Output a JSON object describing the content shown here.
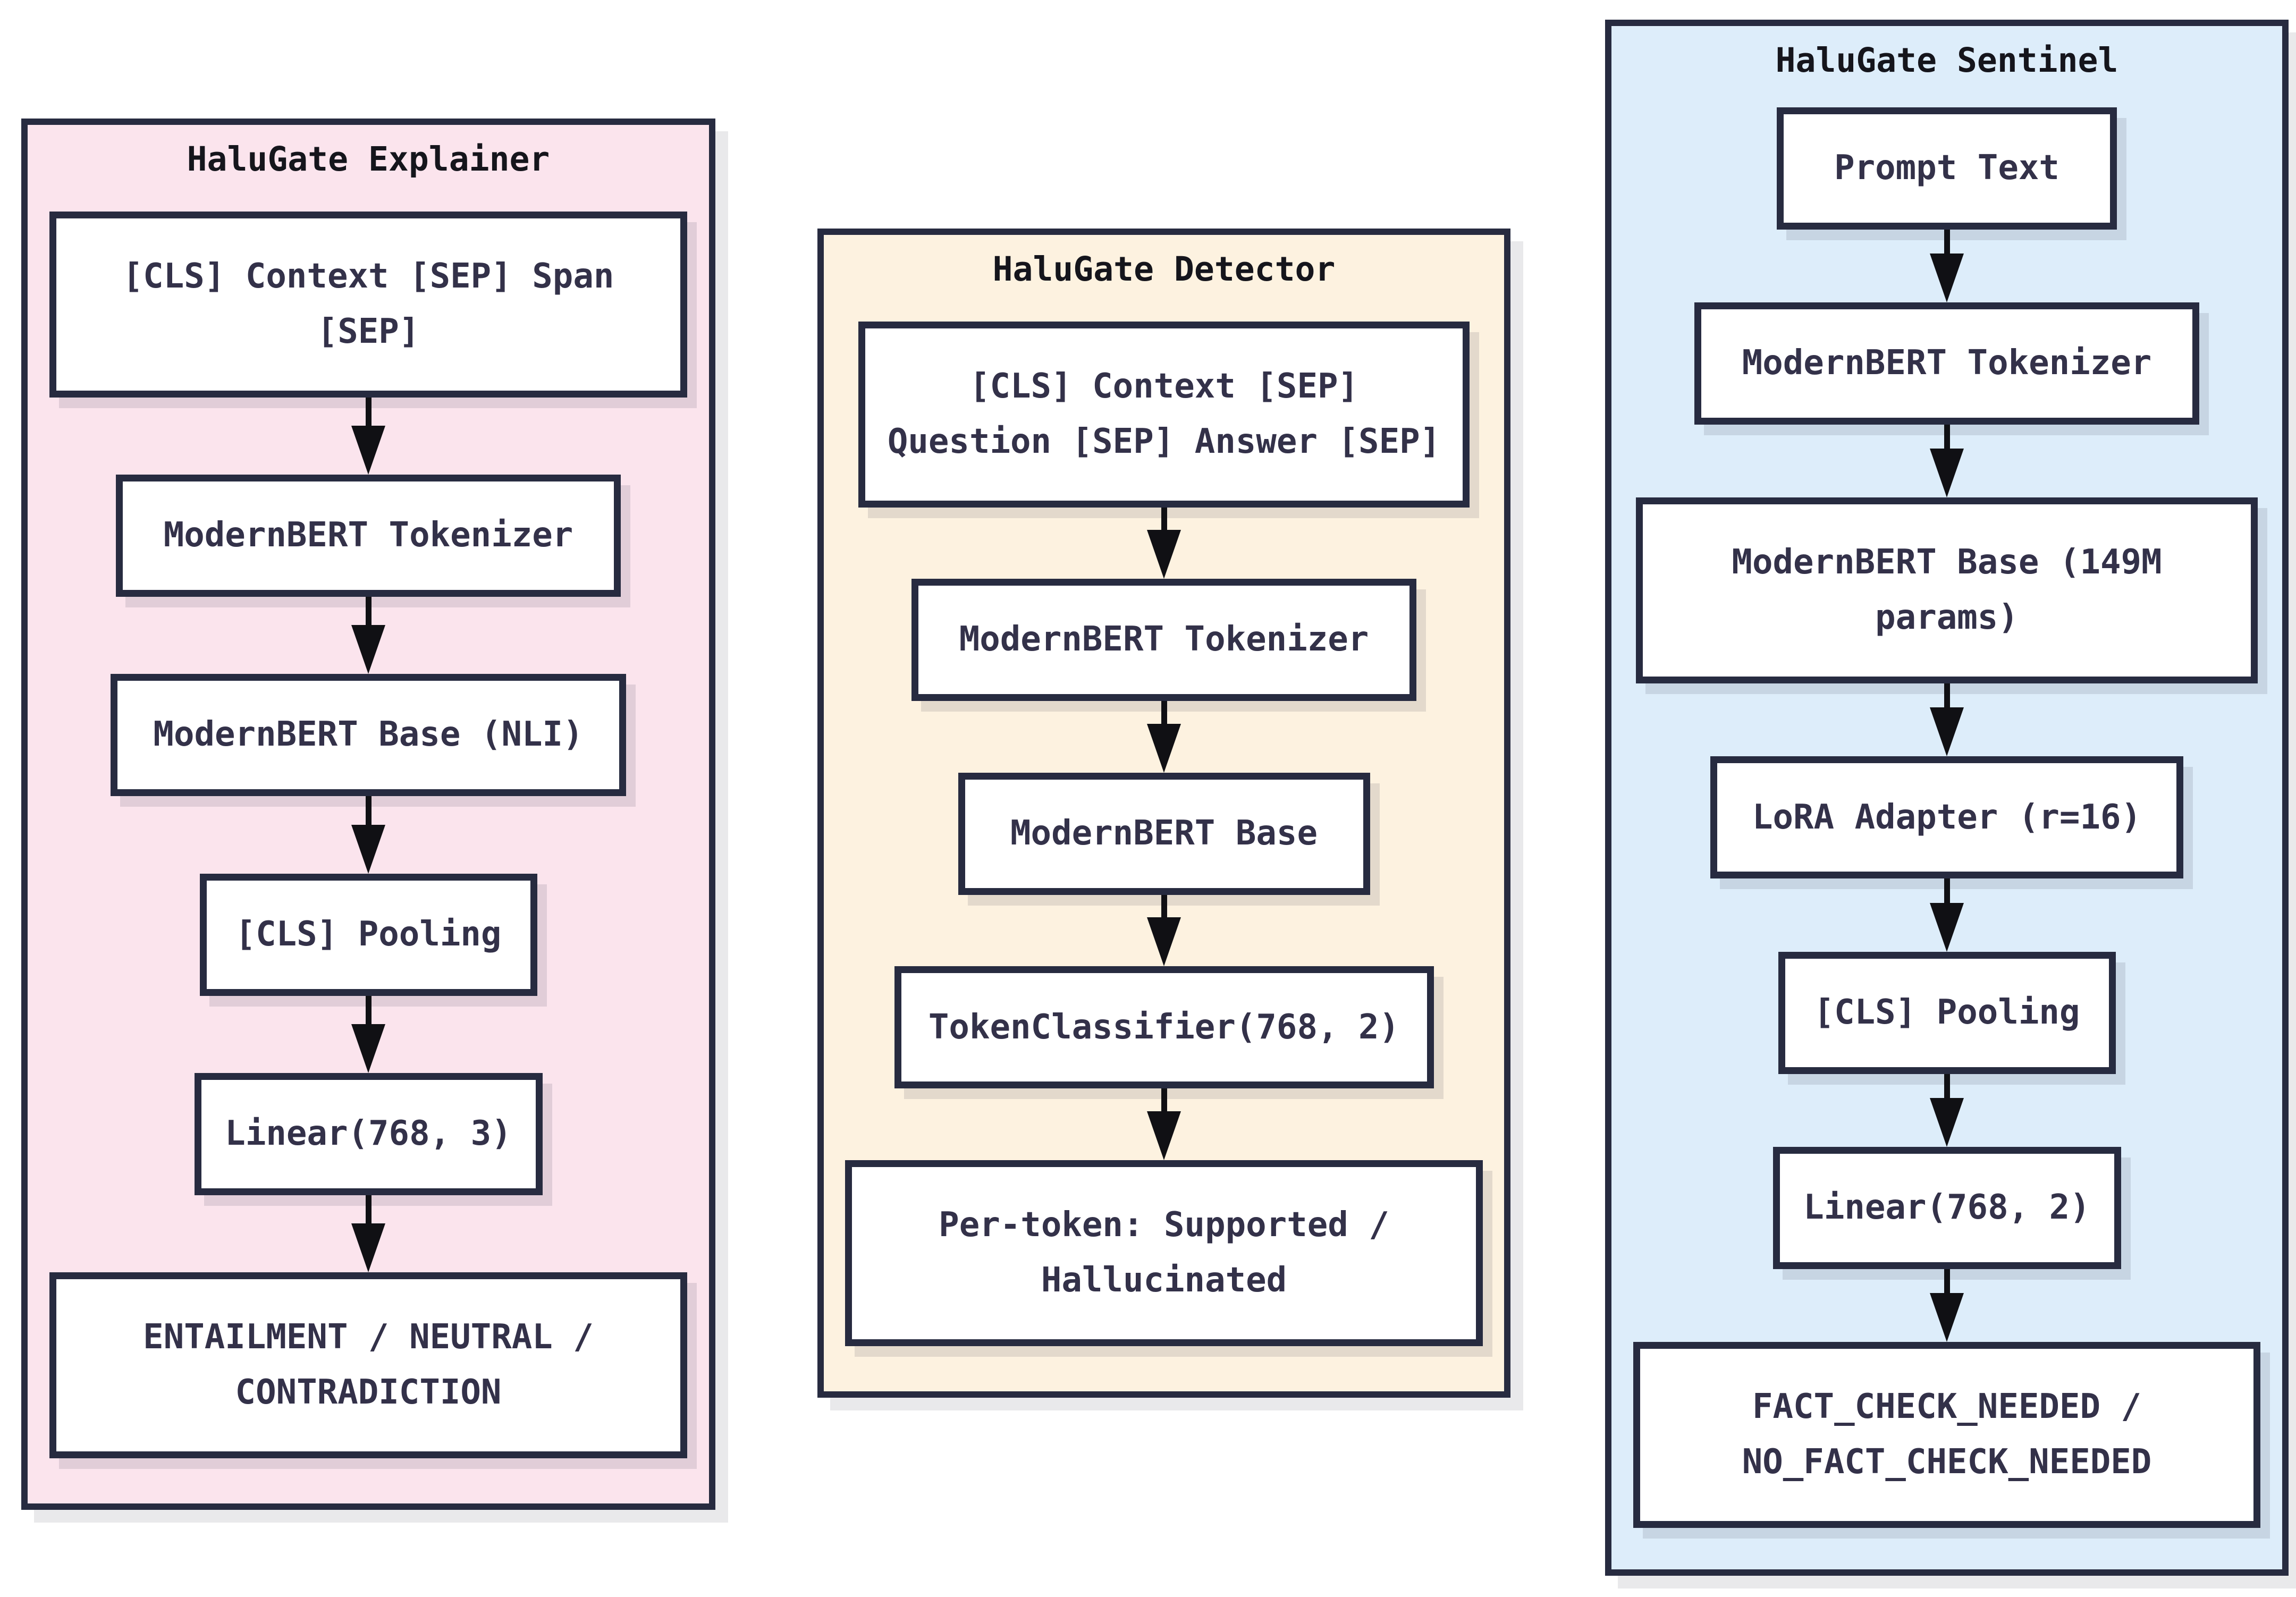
{
  "panels": [
    {
      "title": "HaluGate Explainer",
      "nodes": [
        "[CLS] Context [SEP] Span [SEP]",
        "ModernBERT Tokenizer",
        "ModernBERT Base (NLI)",
        "[CLS] Pooling",
        "Linear(768, 3)",
        "ENTAILMENT / NEUTRAL / CONTRADICTION"
      ]
    },
    {
      "title": "HaluGate Detector",
      "nodes": [
        "[CLS] Context [SEP] Question [SEP] Answer [SEP]",
        "ModernBERT Tokenizer",
        "ModernBERT Base",
        "TokenClassifier(768, 2)",
        "Per-token: Supported / Hallucinated"
      ]
    },
    {
      "title": "HaluGate Sentinel",
      "nodes": [
        "Prompt Text",
        "ModernBERT Tokenizer",
        "ModernBERT Base (149M params)",
        "LoRA Adapter (r=16)",
        "[CLS] Pooling",
        "Linear(768, 2)",
        "FACT_CHECK_NEEDED / NO_FACT_CHECK_NEEDED"
      ]
    }
  ],
  "colors": {
    "explainer_bg": "#fbe4ed",
    "detector_bg": "#fdf2e0",
    "sentinel_bg": "#ddedfa",
    "node_bg": "#ffffff",
    "border": "#272b40",
    "node_text": "#333149",
    "title_text": "#15151c",
    "arrow": "#101014",
    "page_bg": "#ffffff"
  }
}
